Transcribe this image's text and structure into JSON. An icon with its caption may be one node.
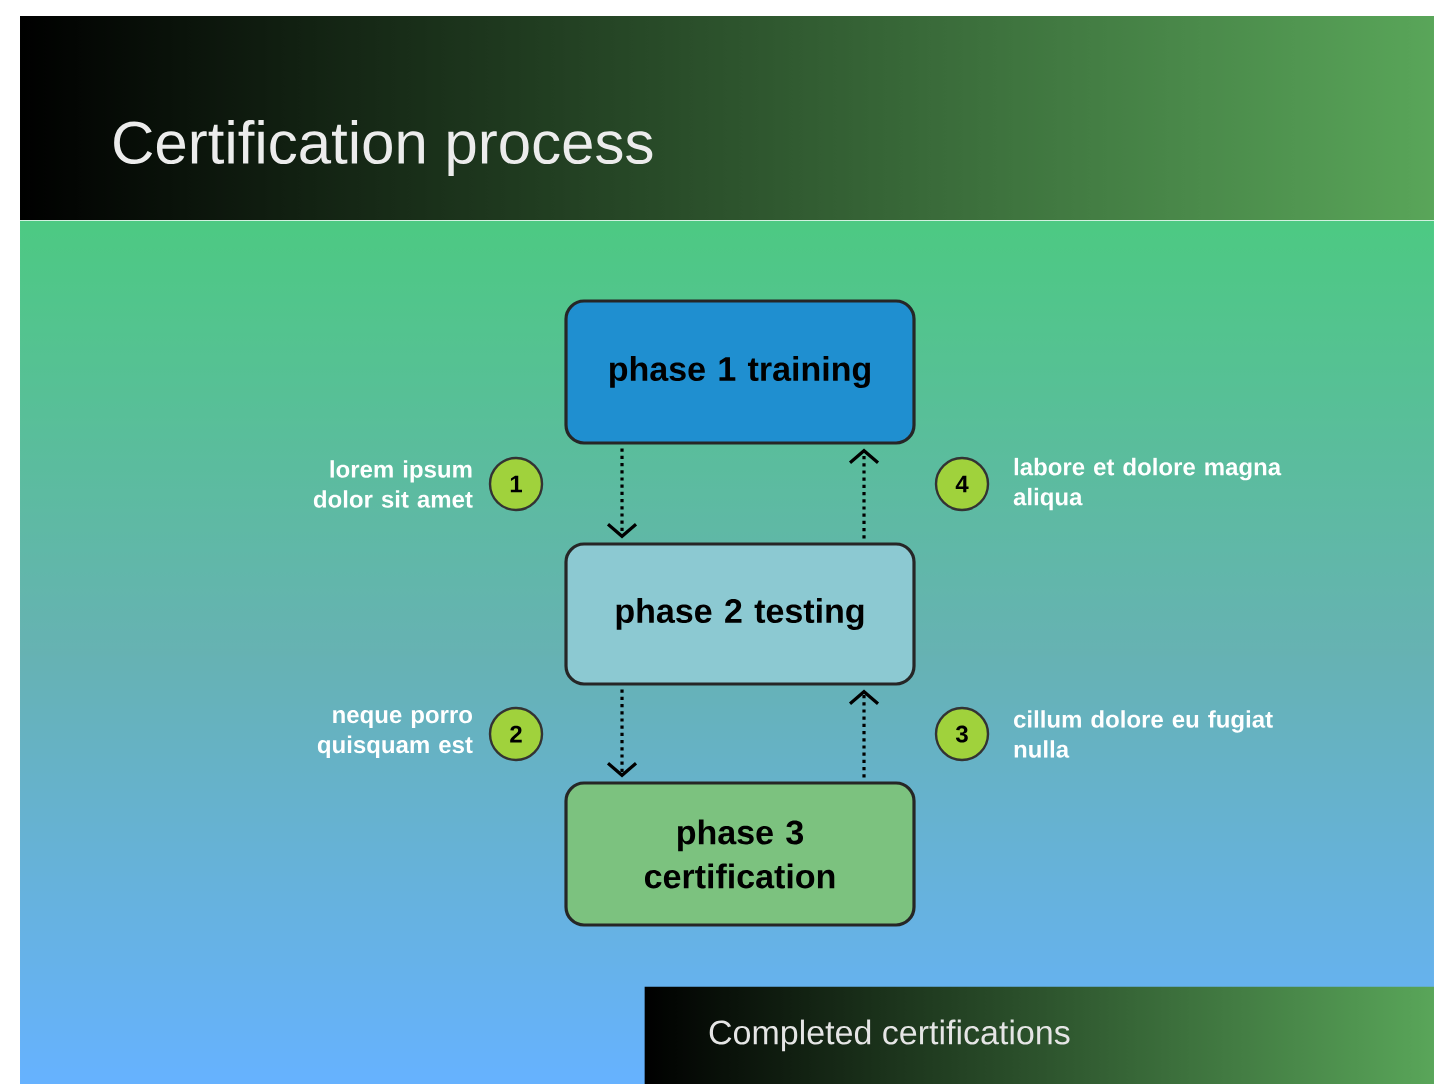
{
  "diagram": {
    "title": "Certification process",
    "nodes": [
      {
        "text": [
          "phase 1 training"
        ]
      },
      {
        "text": [
          "phase 2 testing"
        ]
      },
      {
        "text": [
          "phase 3 certification"
        ]
      },
      {
        "text": [
          "1"
        ],
        "beside": [
          "lorem ipsum dolor sit amet"
        ]
      },
      {
        "text": [
          "4"
        ],
        "beside": [
          "labore et dolore magna aliqua"
        ]
      },
      {
        "text": [
          "2"
        ],
        "beside": [
          "neque porro quisquam est"
        ]
      },
      {
        "text": [
          "3"
        ],
        "beside": [
          "cillum dolore eu fugiat nulla"
        ]
      },
      {
        "text": [
          "Completed certifications"
        ]
      }
    ],
    "edges": [
      {
        "from": 0,
        "to": 1,
        "arrow": "to",
        "style": "dashed"
      },
      {
        "from": 1,
        "to": 0,
        "arrow": "to",
        "style": "dashed"
      },
      {
        "from": 1,
        "to": 2,
        "arrow": "to",
        "style": "dashed"
      },
      {
        "from": 2,
        "to": 1,
        "arrow": "to",
        "style": "dashed"
      }
    ]
  }
}
